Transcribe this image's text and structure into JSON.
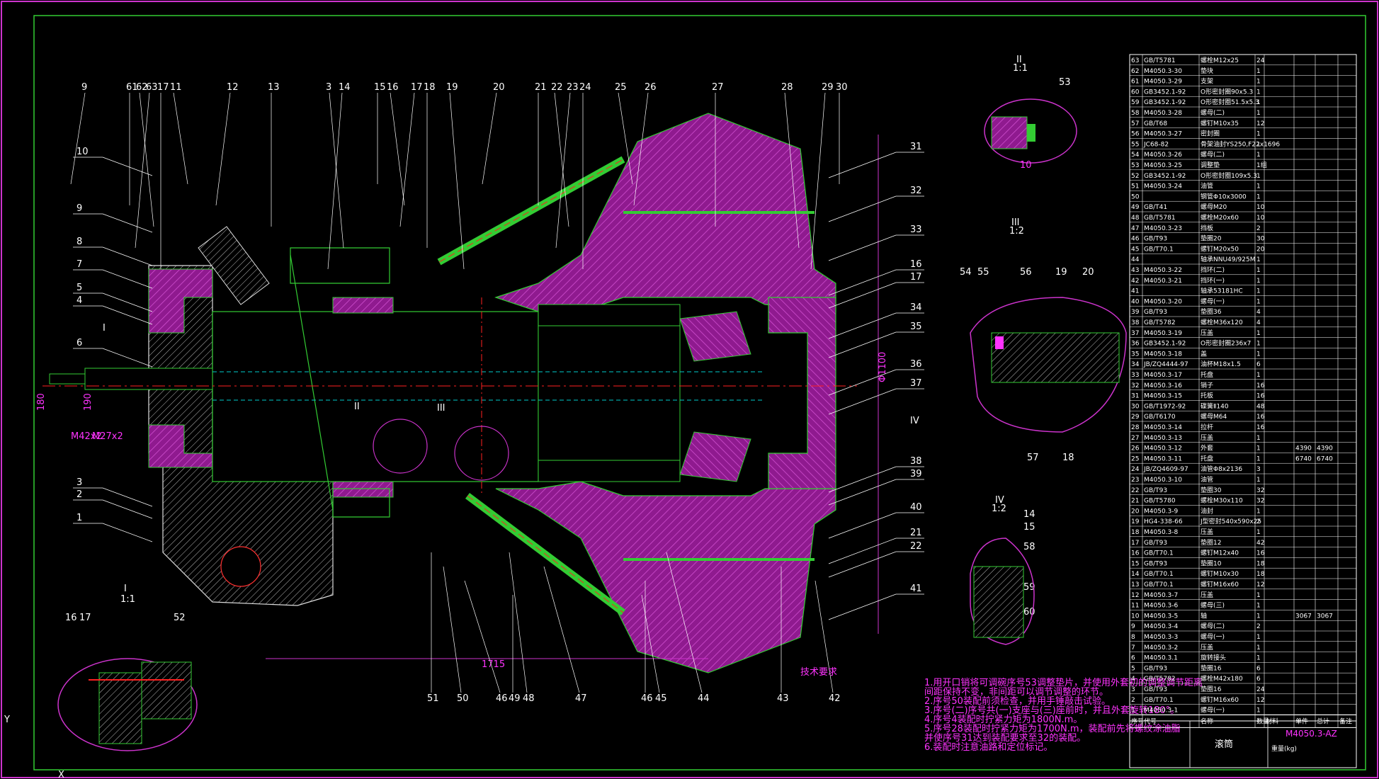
{
  "colors": {
    "background": "#000000",
    "outline": "#33cc33",
    "hatch": "#a020a0",
    "centerline": "#ff2020",
    "dashed": "#00cccc",
    "text": "#ffffff",
    "note": "#ff33ff",
    "frame_outer": "#cc33cc"
  },
  "labels_top": [
    "9",
    "61",
    "62",
    "63",
    "17",
    "11",
    "12",
    "13",
    "3",
    "14",
    "15",
    "16",
    "17",
    "18",
    "19",
    "20",
    "21",
    "22",
    "23",
    "24",
    "25",
    "26",
    "27",
    "28",
    "29",
    "30"
  ],
  "labels_left": [
    "10",
    "9",
    "8",
    "7",
    "5",
    "4",
    "6",
    "3",
    "2",
    "1"
  ],
  "labels_right": [
    "31",
    "32",
    "33",
    "16",
    "17",
    "34",
    "35",
    "36",
    "37",
    "38",
    "39",
    "40",
    "21",
    "22",
    "41"
  ],
  "labels_bottom": [
    "51",
    "50",
    "46",
    "49",
    "48",
    "47",
    "46",
    "45",
    "44",
    "43",
    "42"
  ],
  "section_marks": [
    "I",
    "II",
    "III",
    "IV"
  ],
  "views": {
    "view_i": {
      "title": "I",
      "scale": "1:1",
      "labels": [
        "16",
        "17",
        "52"
      ]
    },
    "view_ii": {
      "title": "II",
      "scale": "1:1",
      "labels": [
        "53"
      ],
      "dim": "10"
    },
    "view_iii": {
      "title": "III",
      "scale": "1:2",
      "labels": [
        "54",
        "55",
        "56",
        "19",
        "20",
        "57",
        "18"
      ]
    },
    "view_iv": {
      "title": "IV",
      "scale": "1:2",
      "labels": [
        "14",
        "15",
        "58",
        "59",
        "60"
      ]
    }
  },
  "dims": {
    "bottom": "1715",
    "left_a": "180",
    "left_b": "190",
    "left_c": "M42x2",
    "left_d": "M27x2",
    "right": "Φ1100"
  },
  "notes": {
    "title": "技术要求",
    "lines": [
      "1.用开口销将可调碗序号53调整垫片，并使用外套初的调整调节距离",
      "  间距保持不变，非间距可以调节调整的环节。",
      "2.序号50装配前须检查，并用手锤敲击试验。",
      "3.序号(二)序号共(一)支座与(三)座前时，并且外套旋转180°。",
      "4.序号4装配时拧紧力矩为1800N.m。",
      "5.序号28装配时拧紧力矩为1700N.m，装配前先将螺纹涂油脂",
      "  并使序号31达到装配要求至32的装配。",
      "6.装配时注意油路和定位标记。"
    ]
  },
  "bom": {
    "rows": [
      [
        "63",
        "GB/T5781",
        "螺栓M12x25",
        "24",
        "",
        "",
        "",
        ""
      ],
      [
        "62",
        "M4050.3-30",
        "垫块",
        "1",
        "",
        "",
        "",
        ""
      ],
      [
        "61",
        "M4050.3-29",
        "支架",
        "1",
        "",
        "",
        "",
        ""
      ],
      [
        "60",
        "GB3452.1-92",
        "O形密封圈90x5.3",
        "1",
        "",
        "",
        "",
        ""
      ],
      [
        "59",
        "GB3452.1-92",
        "O形密封圈51.5x5.3",
        "1",
        "",
        "",
        "",
        ""
      ],
      [
        "58",
        "M4050.3-28",
        "螺母(二)",
        "1",
        "",
        "",
        "",
        ""
      ],
      [
        "57",
        "GB/T68",
        "螺钉M10x35",
        "12",
        "",
        "",
        "",
        ""
      ],
      [
        "56",
        "M4050.3-27",
        "密封圈",
        "1",
        "",
        "",
        "",
        ""
      ],
      [
        "55",
        "JC68-82",
        "骨架油封YS250,F22x1696",
        "1",
        "",
        "",
        "",
        ""
      ],
      [
        "54",
        "M4050.3-26",
        "螺母(二)",
        "1",
        "",
        "",
        "",
        ""
      ],
      [
        "53",
        "M4050.3-25",
        "调整垫",
        "1组",
        "",
        "",
        "",
        ""
      ],
      [
        "52",
        "GB3452.1-92",
        "O形密封圈109x5.3",
        "1",
        "",
        "",
        "",
        ""
      ],
      [
        "51",
        "M4050.3-24",
        "油管",
        "1",
        "",
        "",
        "",
        ""
      ],
      [
        "50",
        "",
        "钢管Φ10x3000",
        "1",
        "",
        "",
        "",
        ""
      ],
      [
        "49",
        "GB/T41",
        "螺母M20",
        "10",
        "",
        "",
        "",
        ""
      ],
      [
        "48",
        "GB/T5781",
        "螺栓M20x60",
        "10",
        "",
        "",
        "",
        ""
      ],
      [
        "47",
        "M4050.3-23",
        "挡板",
        "2",
        "",
        "",
        "",
        ""
      ],
      [
        "46",
        "GB/T93",
        "垫圈20",
        "30",
        "",
        "",
        "",
        ""
      ],
      [
        "45",
        "GB/T70.1",
        "螺钉M20x50",
        "20",
        "",
        "",
        "",
        ""
      ],
      [
        "44",
        "",
        "轴承NNU49/925M",
        "1",
        "",
        "",
        "",
        ""
      ],
      [
        "43",
        "M4050.3-22",
        "挡环(二)",
        "1",
        "",
        "",
        "",
        ""
      ],
      [
        "42",
        "M4050.3-21",
        "挡环(一)",
        "1",
        "",
        "",
        "",
        ""
      ],
      [
        "41",
        "",
        "轴承53181HC",
        "1",
        "",
        "",
        "",
        ""
      ],
      [
        "40",
        "M4050.3-20",
        "螺母(一)",
        "1",
        "",
        "",
        "",
        ""
      ],
      [
        "39",
        "GB/T93",
        "垫圈36",
        "4",
        "",
        "",
        "",
        ""
      ],
      [
        "38",
        "GB/T5782",
        "螺栓M36x120",
        "4",
        "",
        "",
        "",
        ""
      ],
      [
        "37",
        "M4050.3-19",
        "压盖",
        "1",
        "",
        "",
        "",
        ""
      ],
      [
        "36",
        "GB3452.1-92",
        "O形密封圈236x7",
        "1",
        "",
        "",
        "",
        ""
      ],
      [
        "35",
        "M4050.3-18",
        "盖",
        "1",
        "",
        "",
        "",
        ""
      ],
      [
        "34",
        "JB/ZQ4444-97",
        "油杯M18x1.5",
        "6",
        "",
        "",
        "",
        ""
      ],
      [
        "33",
        "M4050.3-17",
        "托盘",
        "1",
        "",
        "",
        "",
        ""
      ],
      [
        "32",
        "M4050.3-16",
        "销子",
        "16",
        "",
        "",
        "",
        ""
      ],
      [
        "31",
        "M4050.3-15",
        "托板",
        "16",
        "",
        "",
        "",
        ""
      ],
      [
        "30",
        "GB/T1972-92",
        "碟簧Ⅱ140",
        "48",
        "",
        "",
        "",
        ""
      ],
      [
        "29",
        "GB/T6170",
        "螺母M64",
        "16",
        "",
        "",
        "",
        ""
      ],
      [
        "28",
        "M4050.3-14",
        "拉杆",
        "16",
        "",
        "",
        "",
        ""
      ],
      [
        "27",
        "M4050.3-13",
        "压盖",
        "1",
        "",
        "",
        "",
        ""
      ],
      [
        "26",
        "M4050.3-12",
        "外套",
        "1",
        "",
        "4390",
        "4390",
        ""
      ],
      [
        "25",
        "M4050.3-11",
        "托盘",
        "1",
        "",
        "6740",
        "6740",
        ""
      ],
      [
        "24",
        "JB/ZQ4609-97",
        "油管Φ8x2136",
        "3",
        "",
        "",
        "",
        ""
      ],
      [
        "23",
        "M4050.3-10",
        "油管",
        "1",
        "",
        "",
        "",
        ""
      ],
      [
        "22",
        "GB/T93",
        "垫圈30",
        "32",
        "",
        "",
        "",
        ""
      ],
      [
        "21",
        "GB/T5780",
        "螺栓M30x110",
        "32",
        "",
        "",
        "",
        ""
      ],
      [
        "20",
        "M4050.3-9",
        "油封",
        "1",
        "",
        "",
        "",
        ""
      ],
      [
        "19",
        "HG4-338-66",
        "J型密封540x590x25",
        "2",
        "",
        "",
        "",
        ""
      ],
      [
        "18",
        "M4050.3-8",
        "压盖",
        "1",
        "",
        "",
        "",
        ""
      ],
      [
        "17",
        "GB/T93",
        "垫圈12",
        "42",
        "",
        "",
        "",
        ""
      ],
      [
        "16",
        "GB/T70.1",
        "螺钉M12x40",
        "16",
        "",
        "",
        "",
        ""
      ],
      [
        "15",
        "GB/T93",
        "垫圈10",
        "18",
        "",
        "",
        "",
        ""
      ],
      [
        "14",
        "GB/T70.1",
        "螺钉M10x30",
        "18",
        "",
        "",
        "",
        ""
      ],
      [
        "13",
        "GB/T70.1",
        "螺钉M16x60",
        "12",
        "",
        "",
        "",
        ""
      ],
      [
        "12",
        "M4050.3-7",
        "压盖",
        "1",
        "",
        "",
        "",
        ""
      ],
      [
        "11",
        "M4050.3-6",
        "螺母(三)",
        "1",
        "",
        "",
        "",
        ""
      ],
      [
        "10",
        "M4050.3-5",
        "轴",
        "1",
        "",
        "3067",
        "3067",
        ""
      ],
      [
        "9",
        "M4050.3-4",
        "螺母(二)",
        "2",
        "",
        "",
        "",
        ""
      ],
      [
        "8",
        "M4050.3-3",
        "螺母(一)",
        "1",
        "",
        "",
        "",
        ""
      ],
      [
        "7",
        "M4050.3-2",
        "压盖",
        "1",
        "",
        "",
        "",
        ""
      ],
      [
        "6",
        "M4050.3.1",
        "旋转接头",
        "1",
        "",
        "",
        "",
        ""
      ],
      [
        "5",
        "GB/T93",
        "垫圈16",
        "6",
        "",
        "",
        "",
        ""
      ],
      [
        "4",
        "GB/T5782",
        "螺栓M42x180",
        "6",
        "",
        "",
        "",
        ""
      ],
      [
        "3",
        "GB/T93",
        "垫圈16",
        "24",
        "",
        "",
        "",
        ""
      ],
      [
        "2",
        "GB/T70.1",
        "螺钉M16x60",
        "12",
        "",
        "",
        "",
        ""
      ],
      [
        "1",
        "M4050.3-1",
        "螺母(一)",
        "1",
        "",
        "",
        "",
        ""
      ]
    ],
    "header": [
      "序号",
      "代号",
      "名称",
      "数量",
      "材料",
      "单件",
      "总计",
      "备注"
    ],
    "title_name": "滚筒",
    "drawing_no": "M4050.3-AZ",
    "weight_label": "重量(kg)"
  }
}
